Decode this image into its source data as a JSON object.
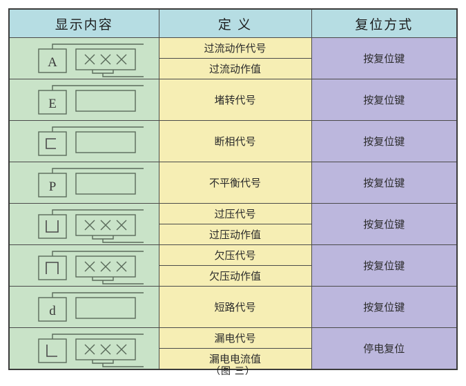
{
  "figure": {
    "caption": "（图 三）"
  },
  "table": {
    "headers": [
      {
        "label": "显示内容"
      },
      {
        "label": "定 义"
      },
      {
        "label": "复位方式"
      }
    ],
    "colors": {
      "header_bg": "#b6dde3",
      "display_bg": "#c9e3c8",
      "definition_bg": "#f6eeb4",
      "reset_bg": "#bcb7dd",
      "border": "#4a4a4a",
      "outer_border": "#3a3a3a",
      "text": "#1d1d1d"
    },
    "rows": [
      {
        "code": "A",
        "value_box": "×  ×  ×",
        "has_value": true,
        "definitions": [
          "过流动作代号",
          "过流动作值"
        ],
        "reset": "按复位键"
      },
      {
        "code": "E",
        "value_box": "",
        "has_value": false,
        "definitions": [
          "堵转代号"
        ],
        "reset": "按复位键"
      },
      {
        "code": "C",
        "value_box": "",
        "has_value": false,
        "definitions": [
          "断相代号"
        ],
        "reset": "按复位键"
      },
      {
        "code": "P",
        "value_box": "",
        "has_value": false,
        "definitions": [
          "不平衡代号"
        ],
        "reset": "按复位键"
      },
      {
        "code": "U",
        "value_box": "×  ×  ×",
        "has_value": true,
        "definitions": [
          "过压代号",
          "过压动作值"
        ],
        "reset": "按复位键"
      },
      {
        "code": "n",
        "value_box": "×  ×  ×",
        "has_value": true,
        "definitions": [
          "欠压代号",
          "欠压动作值"
        ],
        "reset": "按复位键"
      },
      {
        "code": "d",
        "value_box": "",
        "has_value": false,
        "definitions": [
          "短路代号"
        ],
        "reset": "按复位键"
      },
      {
        "code": "L",
        "value_box": "×  ×  ×",
        "has_value": true,
        "definitions": [
          "漏电代号",
          "漏电电流值"
        ],
        "reset": "停电复位"
      }
    ]
  }
}
